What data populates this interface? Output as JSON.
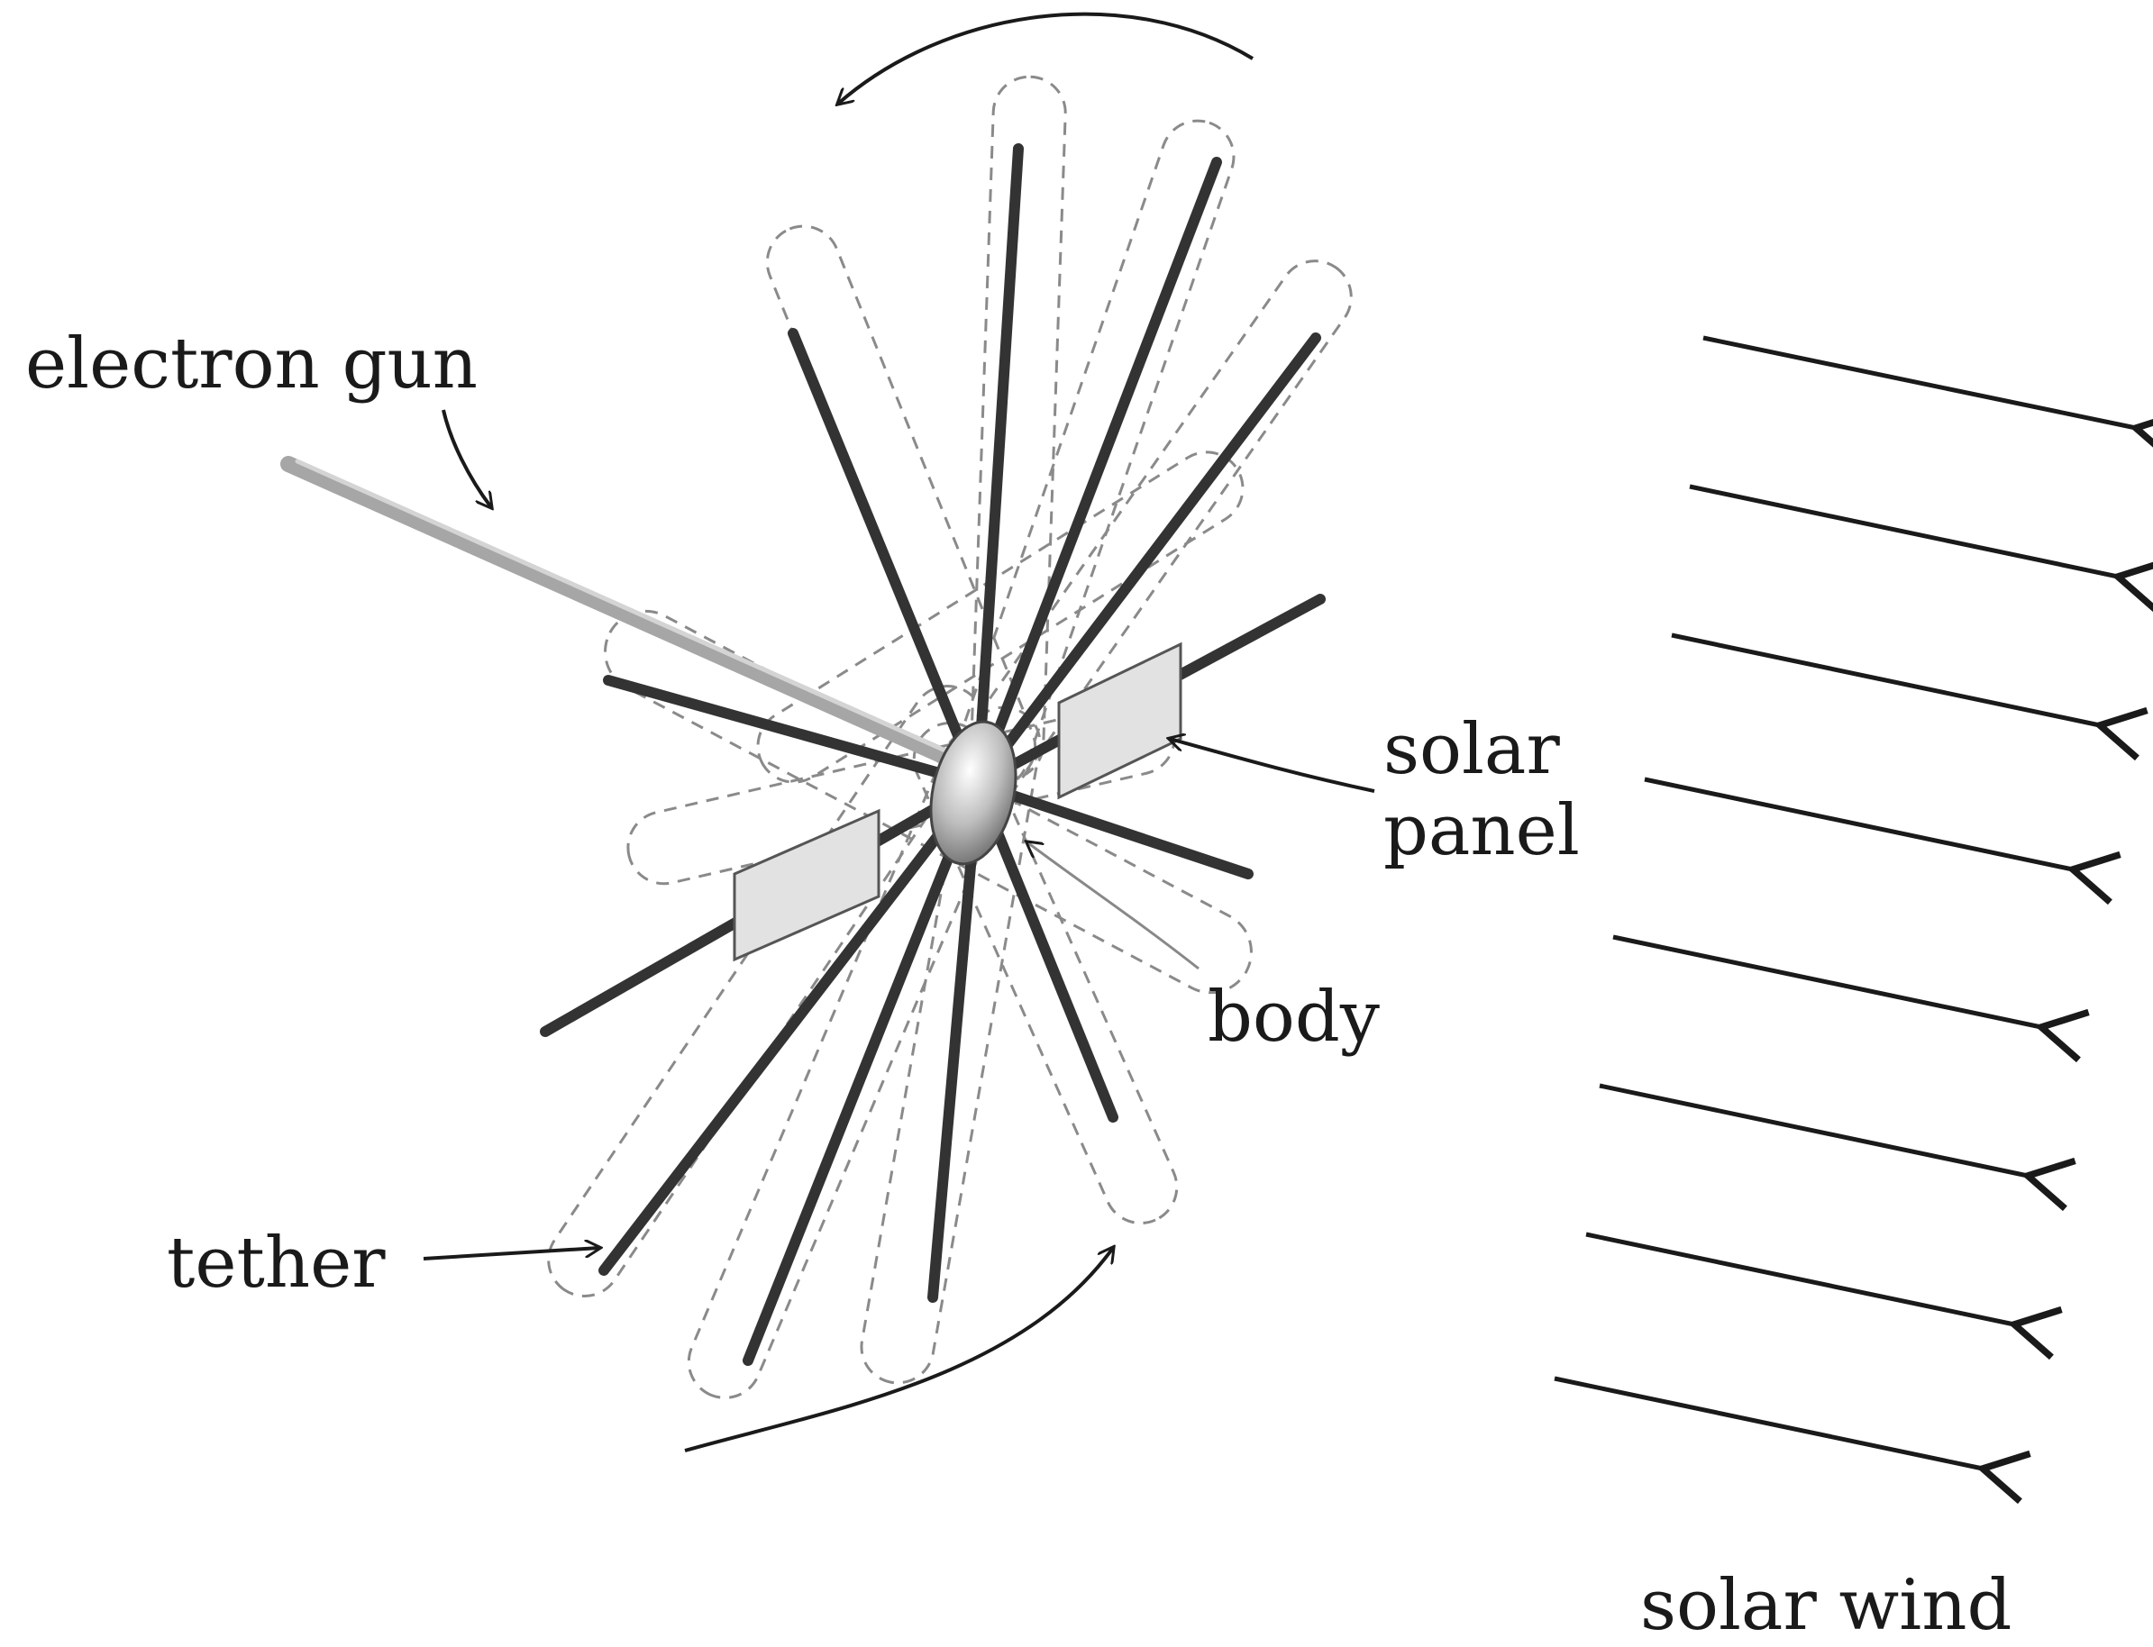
{
  "labels": {
    "electron_gun": "electron gun",
    "solar_panel_line1": "solar",
    "solar_panel_line2": "panel",
    "body": "body",
    "tether": "tether",
    "solar_wind": "solar wind"
  },
  "colors": {
    "ink": "#1a1a1a",
    "tether": "#333333",
    "dashed_sheath": "#8a8a8a",
    "gun": "#a6a6a6",
    "panel": "#e2e2e2"
  }
}
